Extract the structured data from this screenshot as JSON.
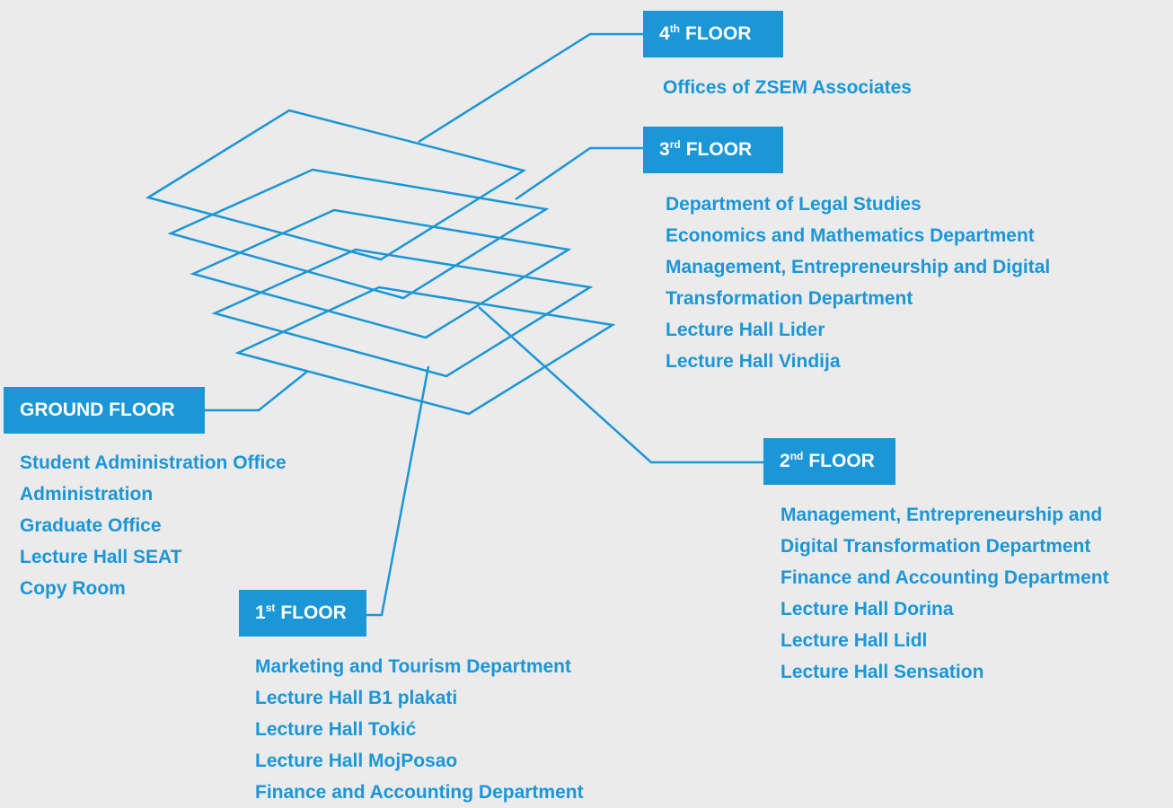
{
  "colors": {
    "accent": "#1b96d6",
    "background": "#ebebeb",
    "badge_text": "#ffffff"
  },
  "floors": {
    "fourth": {
      "num": "4",
      "sup": "th",
      "label": "FLOOR",
      "items": [
        "Offices of ZSEM Associates"
      ]
    },
    "third": {
      "num": "3",
      "sup": "rd",
      "label": "FLOOR",
      "items": [
        "Department of Legal Studies",
        "Economics and Mathematics Department",
        "Management, Entrepreneurship and Digital",
        "Transformation Department",
        "Lecture Hall Lider",
        "Lecture Hall Vindija"
      ]
    },
    "second": {
      "num": "2",
      "sup": "nd",
      "label": "FLOOR",
      "items": [
        "Management, Entrepreneurship and",
        "Digital Transformation Department",
        "Finance and Accounting Department",
        "Lecture Hall Dorina",
        "Lecture Hall Lidl",
        "Lecture Hall Sensation"
      ]
    },
    "first": {
      "num": "1",
      "sup": "st",
      "label": "FLOOR",
      "items": [
        "Marketing and Tourism Department",
        "Lecture Hall B1 plakati",
        "Lecture Hall Tokić",
        "Lecture Hall MojPosao",
        "Finance and Accounting Department"
      ]
    },
    "ground": {
      "label": "GROUND FLOOR",
      "items": [
        "Student Administration Office",
        "Administration",
        "Graduate Office",
        "Lecture Hall SEAT",
        "Copy Room"
      ]
    }
  }
}
